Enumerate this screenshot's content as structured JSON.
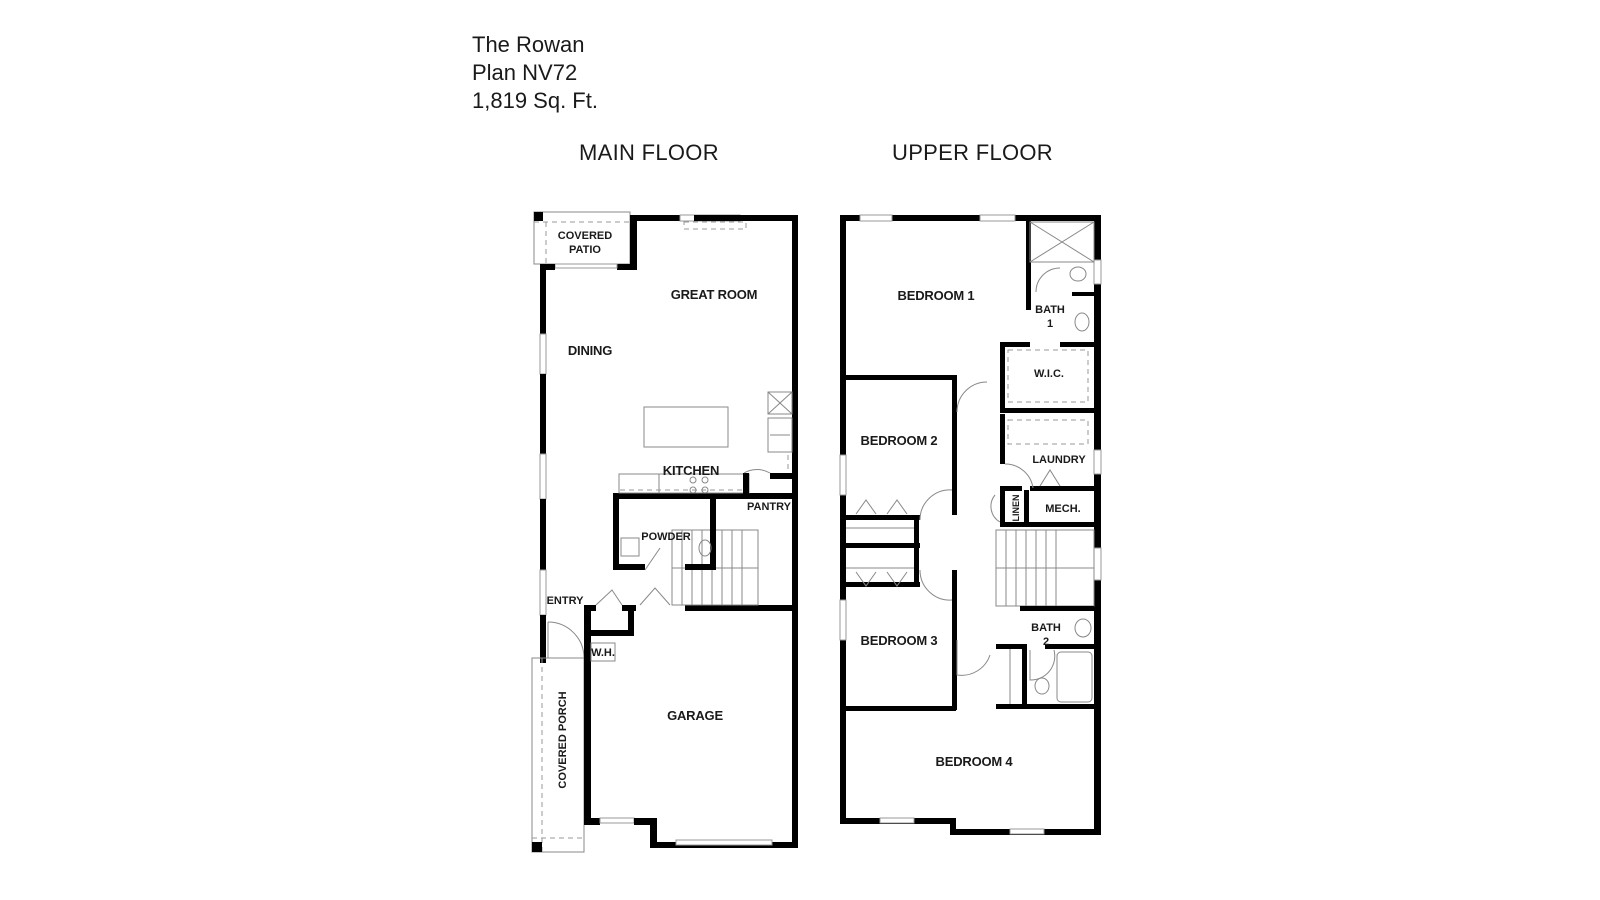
{
  "plan": {
    "name": "The Rowan",
    "plan_id": "Plan NV72",
    "area": "1,819 Sq. Ft."
  },
  "floors": {
    "main": {
      "heading": "MAIN FLOOR",
      "rooms": {
        "covered_patio_line1": "COVERED",
        "covered_patio_line2": "PATIO",
        "great_room": "GREAT ROOM",
        "dining": "DINING",
        "kitchen": "KITCHEN",
        "pantry": "PANTRY",
        "powder": "POWDER",
        "entry": "ENTRY",
        "water_heater": "W.H.",
        "garage": "GARAGE",
        "covered_porch": "COVERED PORCH"
      }
    },
    "upper": {
      "heading": "UPPER FLOOR",
      "rooms": {
        "bedroom1": "BEDROOM 1",
        "bath1_line1": "BATH",
        "bath1_line2": "1",
        "wic": "W.I.C.",
        "bedroom2": "BEDROOM 2",
        "laundry": "LAUNDRY",
        "linen": "LINEN",
        "mech": "MECH.",
        "bedroom3": "BEDROOM 3",
        "bath2_line1": "BATH",
        "bath2_line2": "2",
        "bedroom4": "BEDROOM 4"
      }
    }
  }
}
